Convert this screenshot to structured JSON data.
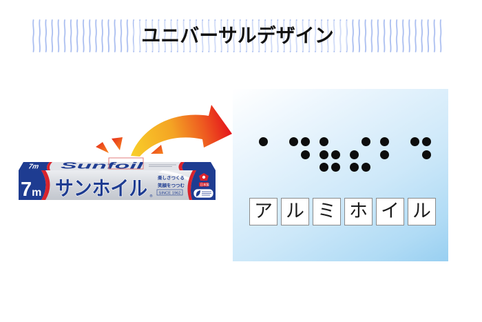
{
  "header": {
    "title": "ユニバーサルデザイン"
  },
  "product": {
    "size_number": "7",
    "size_unit": "m",
    "top_size_label": "7m",
    "brand_en": "Sunfoil",
    "brand_ja": "サンホイル",
    "registered_mark": "®",
    "tagline_1": "楽しさつくる",
    "tagline_2": "笑顔をつつむ",
    "since": "SINCE 1962",
    "made_in": "日本製"
  },
  "braille_panel": {
    "cells": [
      {
        "char": "ア",
        "dots": [
          1
        ]
      },
      {
        "char": "ル",
        "dots": [
          1,
          4,
          5
        ]
      },
      {
        "char": "ミ",
        "dots": [
          1,
          2,
          3,
          5,
          6
        ]
      },
      {
        "char": "ホ",
        "dots": [
          2,
          3,
          4,
          6
        ]
      },
      {
        "char": "イ",
        "dots": [
          1,
          2
        ]
      },
      {
        "char": "ル",
        "dots": [
          1,
          4,
          5
        ]
      }
    ],
    "characters": [
      "ア",
      "ル",
      "ミ",
      "ホ",
      "イ",
      "ル"
    ]
  },
  "colors": {
    "stripe": "#a9bdf0",
    "brand_blue": "#1e3c91",
    "brand_red": "#d9232c",
    "arrow_start": "#f8cf2a",
    "arrow_end": "#e4141c",
    "panel_end": "#98cff1",
    "highlight_box": "#e07b7b"
  }
}
